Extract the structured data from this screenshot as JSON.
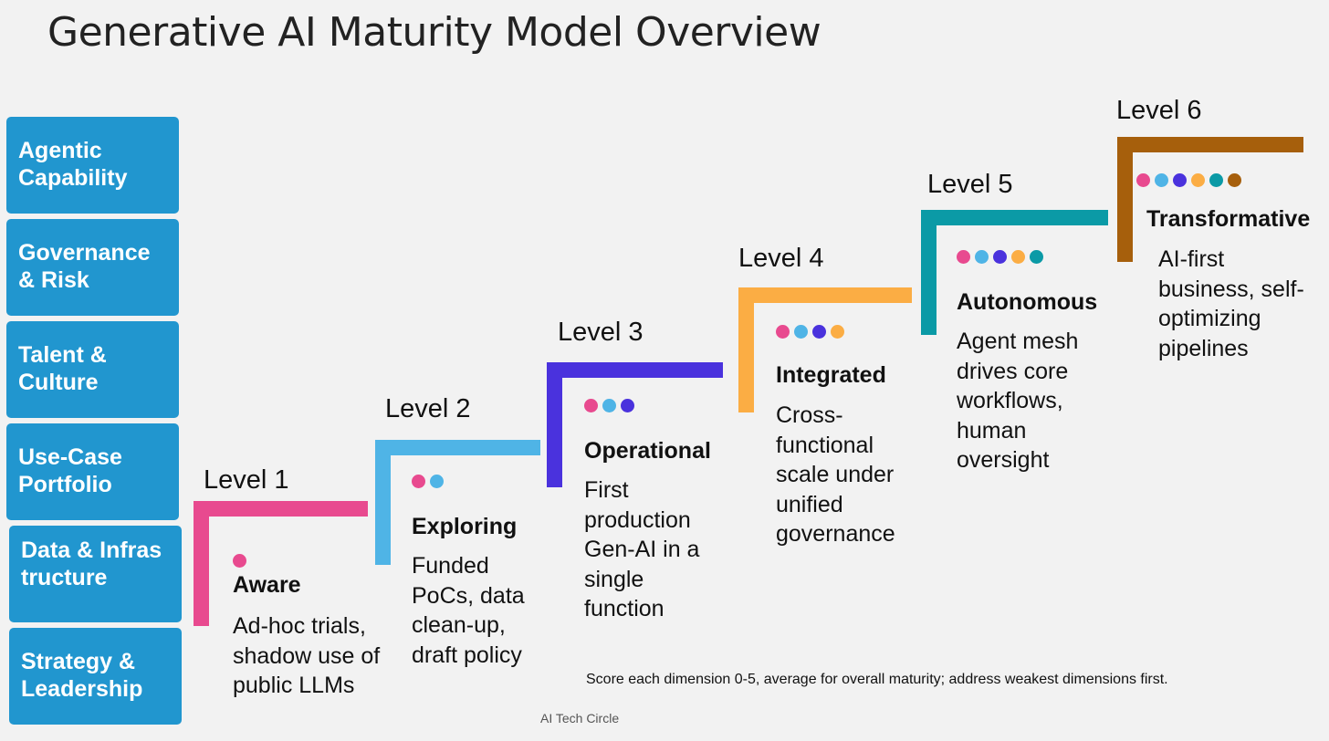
{
  "title": "Generative AI Maturity Model Overview",
  "dimensions": [
    {
      "label": "Agentic Capability"
    },
    {
      "label": "Governance & Risk"
    },
    {
      "label": "Talent & Culture"
    },
    {
      "label": "Use-Case Portfolio"
    },
    {
      "label": "Data & Infrastructure"
    },
    {
      "label": "Strategy & Leadership"
    }
  ],
  "levels": [
    {
      "label": "Level 1",
      "name": "Aware",
      "description": "Ad-hoc trials, shadow use of public LLMs",
      "color": "#e84a8f"
    },
    {
      "label": "Level 2",
      "name": "Exploring",
      "description": "Funded PoCs, data clean-up, draft policy",
      "color": "#4fb4e6"
    },
    {
      "label": "Level 3",
      "name": "Operational",
      "description": "First production Gen-AI in a single function",
      "color": "#4a32dd"
    },
    {
      "label": "Level 4",
      "name": "Integrated",
      "description": "Cross-functional scale under unified governance",
      "color": "#fbad44"
    },
    {
      "label": "Level 5",
      "name": "Autonomous",
      "description": "Agent mesh drives core workflows, human oversight",
      "color": "#0b9aa6"
    },
    {
      "label": "Level 6",
      "name": "Transformative",
      "description": "AI-first business, self-optimizing pipelines",
      "color": "#a65f0c"
    }
  ],
  "footnote": "Score each dimension 0-5, average for overall maturity; address weakest dimensions first.",
  "credit": "AI Tech Circle"
}
